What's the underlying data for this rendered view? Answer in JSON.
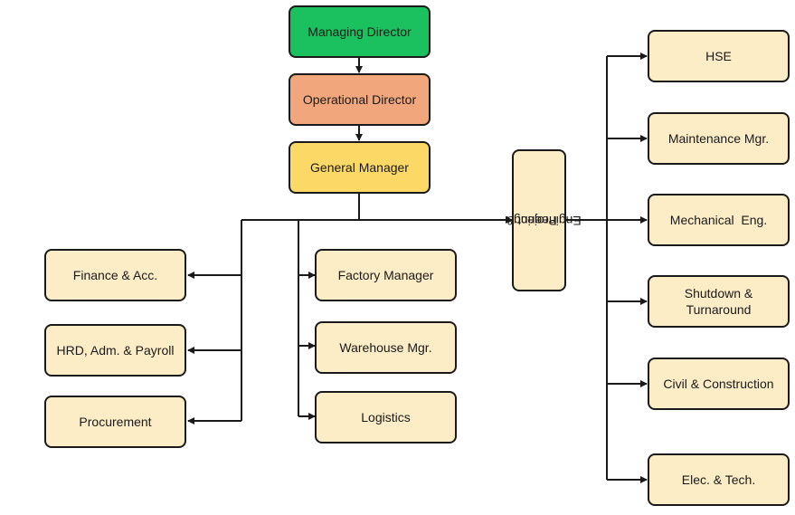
{
  "colors": {
    "managing_director": "#1bc05f",
    "operational_director": "#f1a77b",
    "general_manager": "#fcd967",
    "department": "#fdedc7",
    "line": "#1a1a1a"
  },
  "top": {
    "managing_director": "Managing Director",
    "operational_director": "Operational Director",
    "general_manager": "General Manager"
  },
  "left": {
    "finance": "Finance & Acc.",
    "hrd": "HRD, Adm. & Payroll",
    "procurement": "Procurement"
  },
  "middle": {
    "factory": "Factory Manager",
    "warehouse": "Warehouse Mgr.",
    "logistics": "Logistics"
  },
  "project": {
    "line1": "Project &",
    "line2": "Engineering"
  },
  "right": {
    "hse": "HSE",
    "maintenance": "Maintenance Mgr.",
    "mechanical": "Mechanical  Eng.",
    "shutdown_line1": "Shutdown &",
    "shutdown_line2": "Turnaround",
    "civil": "Civil & Construction",
    "elec": "Elec. & Tech."
  }
}
